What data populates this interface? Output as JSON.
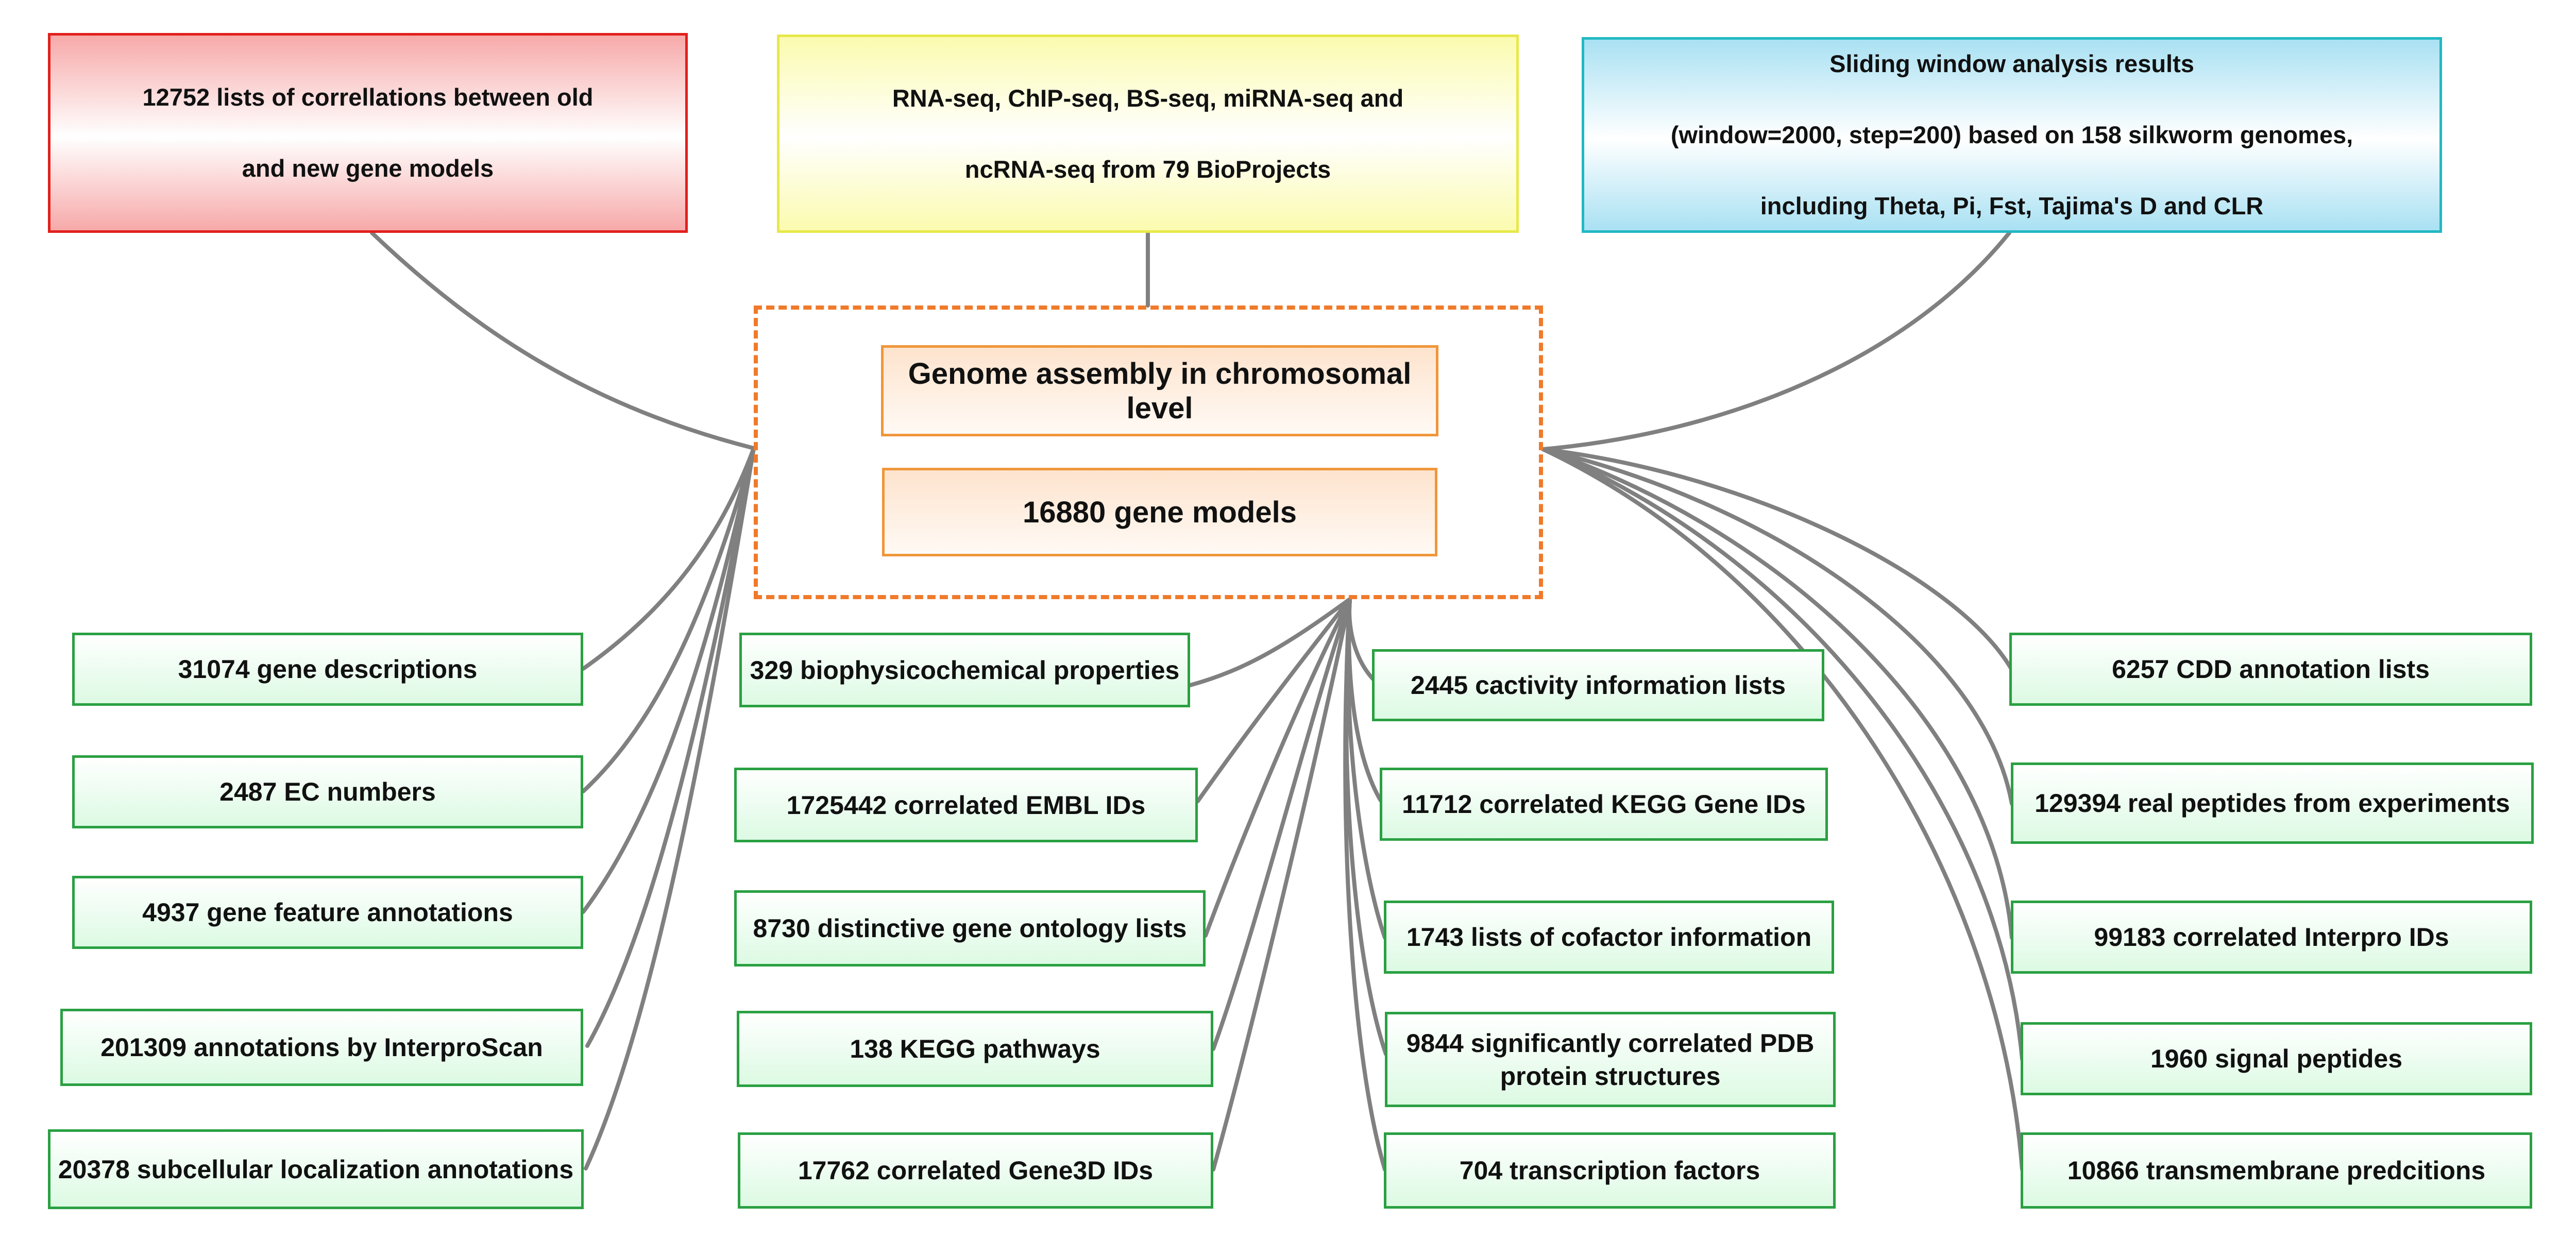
{
  "diagram": {
    "top_nodes": {
      "old_new_models": [
        "12752 lists of correllations between old",
        "and new gene models"
      ],
      "sequencing_data": [
        "RNA-seq, ChIP-seq, BS-seq, miRNA-seq and",
        "ncRNA-seq from 79 BioProjects"
      ],
      "sliding_window": [
        "Sliding window analysis  results",
        "(window=2000, step=200) based on 158 silkworm genomes,",
        "including Theta, Pi, Fst, Tajima's D and CLR"
      ]
    },
    "core_nodes": {
      "assembly": "Genome assembly in chromosomal level",
      "gene_models": "16880 gene models"
    },
    "left_column": [
      "31074 gene descriptions",
      "2487 EC numbers",
      "4937 gene feature annotations",
      "201309 annotations by InterproScan",
      "20378 subcellular localization annotations"
    ],
    "center_left_column": [
      "329 biophysicochemical properties",
      "1725442 correlated EMBL IDs",
      "8730 distinctive gene ontology lists",
      "138 KEGG pathways",
      "17762 correlated Gene3D IDs"
    ],
    "center_right_column": [
      [
        "2445 cactivity information lists"
      ],
      [
        "11712 correlated KEGG Gene IDs"
      ],
      [
        "1743 lists of cofactor information"
      ],
      [
        "9844 significantly correlated PDB",
        "protein structures"
      ],
      [
        "704 transcription factors"
      ]
    ],
    "right_column": [
      "6257 CDD annotation lists",
      "129394 real peptides from experiments",
      "99183 correlated Interpro IDs",
      "1960 signal peptides",
      "10866 transmembrane predcitions"
    ]
  },
  "colors": {
    "connector": "#808080",
    "dashed_frame": "#f07a2a",
    "leaf_border": "#2aa042",
    "red_border": "#e0201c",
    "yellow_border": "#e8e84a",
    "blue_border": "#22b8c4"
  }
}
